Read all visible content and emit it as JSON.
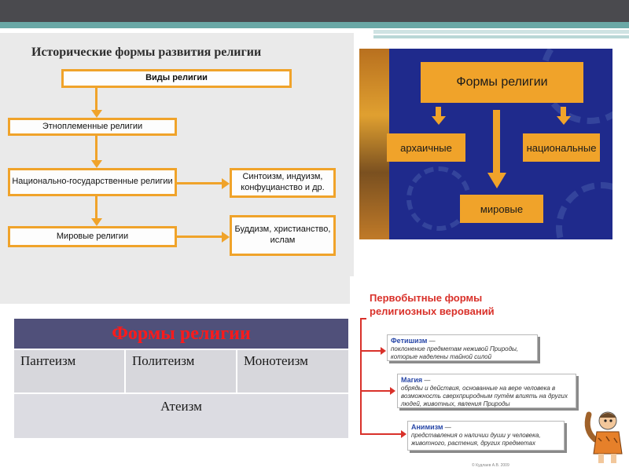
{
  "panel1": {
    "title": "Исторические формы развития религии",
    "box_types": "Виды религии",
    "box_ethno": "Этноплеменные религии",
    "box_national": "Национально-государственные религии",
    "box_world": "Мировые религии",
    "box_national_examples": "Синтоизм, индуизм, конфуцианство и др.",
    "box_world_examples": "Буддизм, христианство, ислам",
    "accent_color": "#f0a32a"
  },
  "panel2": {
    "header": "Формы религии",
    "archaic": "архаичные",
    "national": "национальные",
    "world": "мировые",
    "background_color": "#1f2a8c",
    "box_color": "#f0a32a"
  },
  "panel3": {
    "header": "Формы религии",
    "columns": [
      "Пантеизм",
      "Политеизм",
      "Монотеизм"
    ],
    "footer": "Атеизм",
    "header_bg": "#50507a",
    "header_text_color": "#ff1a1a"
  },
  "panel4": {
    "title": "Первобытные формы религиозных верований",
    "items": [
      {
        "name": "Фетишизм",
        "dash": " —",
        "desc": "поклонение предметам неживой Природы, которые наделены тайной силой"
      },
      {
        "name": "Магия",
        "dash": " —",
        "desc": "обряды и действия, основанные на вере человека в возможность сверхприродным путём влиять на других людей, животных, явления Природы"
      },
      {
        "name": "Анимизм",
        "dash": " —",
        "desc": "представления о наличии души у человека, животного, растения, других предметах"
      }
    ],
    "title_color": "#d9312a",
    "footnote": "© Кудлаев А.В. 2009"
  }
}
